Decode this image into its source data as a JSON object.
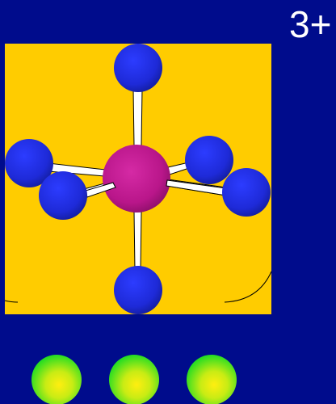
{
  "charge": "3+",
  "colors": {
    "background": "#000c8c",
    "panel": "#ffcc00",
    "central_atom": "#c0168e",
    "ligand": "#1e2ad8",
    "bond": "#ffffff",
    "bottom_sphere_inner": "#ffee10",
    "bottom_sphere_outer": "#22dd22"
  },
  "diagram": {
    "central_atom": "metal-ion",
    "ligands": [
      "ligand-top",
      "ligand-bottom",
      "ligand-left-back",
      "ligand-left-front",
      "ligand-right-back",
      "ligand-right-front"
    ],
    "bottom_spheres": 3
  }
}
